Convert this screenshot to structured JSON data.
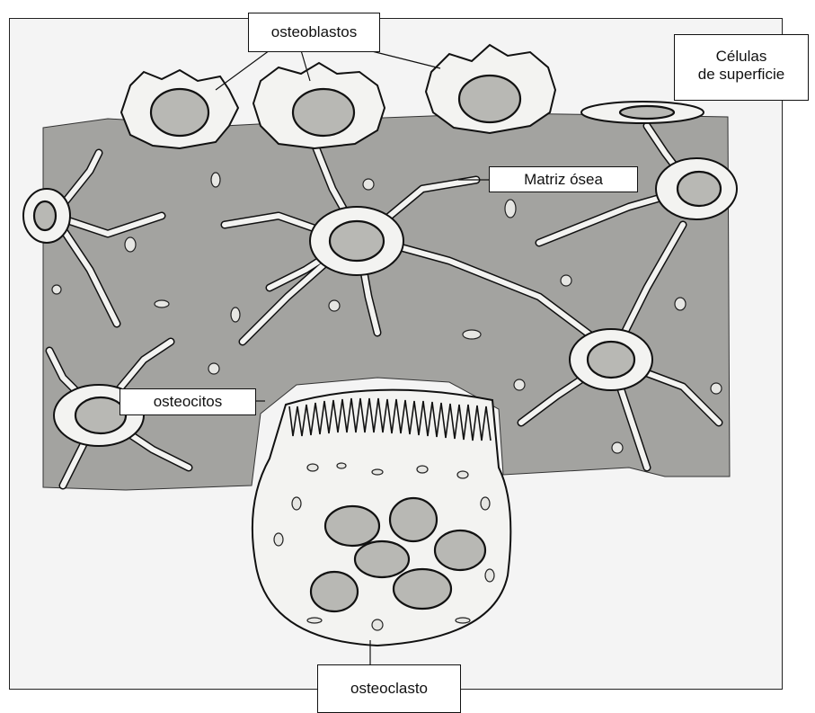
{
  "labels": {
    "osteoblastos": "osteoblastos",
    "superficie_line1": "Células",
    "superficie_line2": "de superficie",
    "matriz": "Matriz ósea",
    "osteocitos": "osteocitos",
    "osteoclasto": "osteoclasto"
  },
  "colors": {
    "matrix": "#a3a3a0",
    "cytoplasm": "#f3f3f1",
    "nucleus": "#b8b8b4",
    "outline": "#111111",
    "background": "#f4f4f4"
  }
}
